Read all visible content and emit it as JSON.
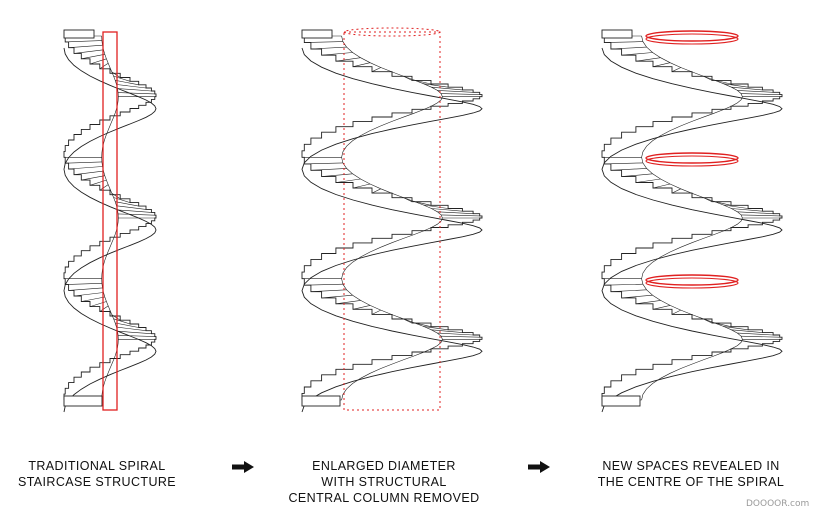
{
  "panels": [
    {
      "caption_lines": [
        "TRADITIONAL SPIRAL",
        "STAIRCASE STRUCTURE"
      ]
    },
    {
      "caption_lines": [
        "ENLARGED DIAMETER",
        "WITH STRUCTURAL",
        "CENTRAL COLUMN REMOVED"
      ]
    },
    {
      "caption_lines": [
        "NEW SPACES REVEALED IN",
        "THE CENTRE OF THE SPIRAL"
      ]
    }
  ],
  "arrow_icon": "right-arrow-icon",
  "watermark": "DOOOOR.com",
  "colors": {
    "line": "#222222",
    "accent": "#e02020",
    "text": "#111111"
  }
}
